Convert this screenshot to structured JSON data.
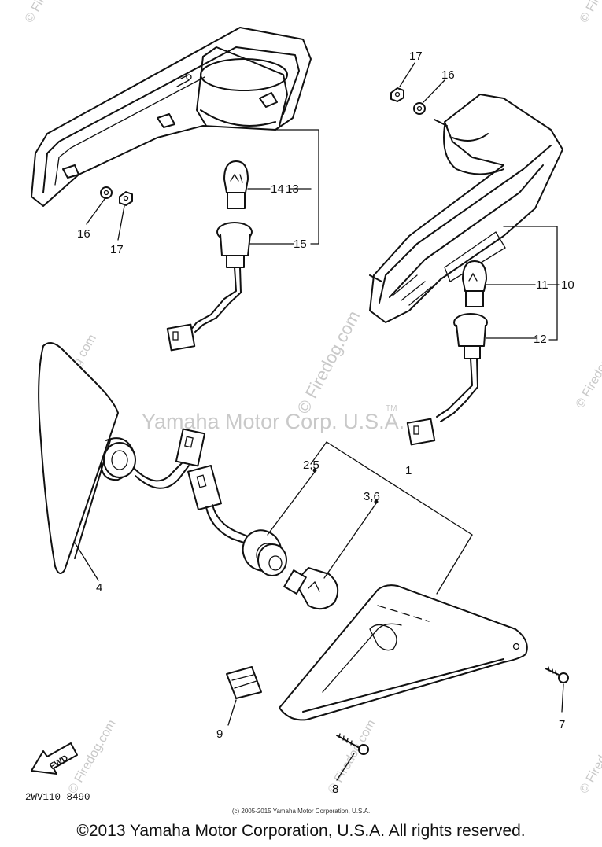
{
  "watermarks": {
    "center": "Yamaha Motor Corp. U.S.A.",
    "tm": "TM",
    "firedog_main": "© Firedog.com",
    "firedog_side": "© Firedog.com"
  },
  "diagram_code": "2WV110-8490",
  "fwd_label": "FWD",
  "copyright_small": "(c) 2005-2015 Yamaha Motor Corporation, U.S.A.",
  "copyright_main": "©2013 Yamaha Motor Corporation, U.S.A. All rights reserved.",
  "callouts": {
    "c1": "1",
    "c2_5": "2,5",
    "c3_6": "3,6",
    "c4": "4",
    "c7": "7",
    "c8": "8",
    "c9": "9",
    "c10": "10",
    "c11": "11",
    "c12": "12",
    "c13": "13",
    "c14": "14",
    "c15": "15",
    "c16_left": "16",
    "c17_left": "17",
    "c16_right": "16",
    "c17_right": "17"
  }
}
